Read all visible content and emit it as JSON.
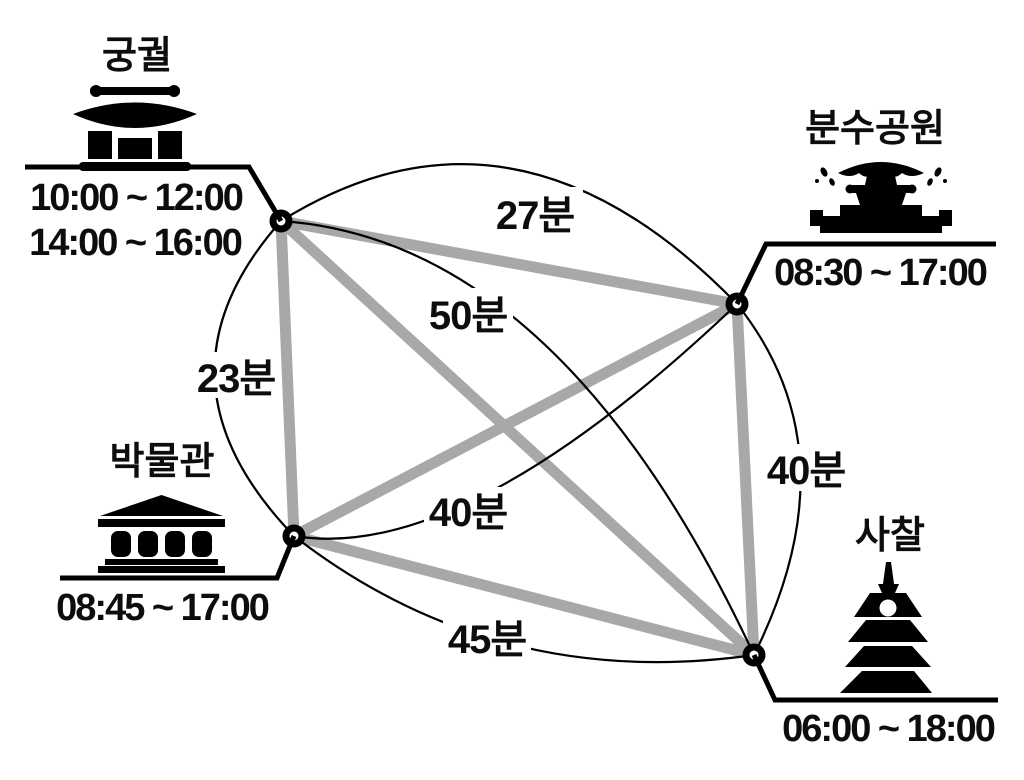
{
  "diagram": {
    "type": "graph",
    "description": "Complete graph of four attractions with opening hours and travel times",
    "colors": {
      "edge_gray": "#a8a8a8",
      "line_black": "#000000",
      "text": "#0d0d0d",
      "background": "#ffffff"
    },
    "nodes": [
      {
        "id": "palace",
        "label": "궁궐",
        "icon": "palace-icon",
        "hours": [
          "10:00 ~ 12:00",
          "14:00 ~ 16:00"
        ]
      },
      {
        "id": "fountain",
        "label": "분수공원",
        "icon": "fountain-icon",
        "hours": [
          "08:30 ~ 17:00"
        ]
      },
      {
        "id": "museum",
        "label": "박물관",
        "icon": "museum-icon",
        "hours": [
          "08:45 ~ 17:00"
        ]
      },
      {
        "id": "temple",
        "label": "사찰",
        "icon": "pagoda-icon",
        "hours": [
          "06:00 ~ 18:00"
        ]
      }
    ],
    "edges": [
      {
        "from": "궁궐",
        "to": "분수공원",
        "duration": "27분"
      },
      {
        "from": "궁궐",
        "to": "박물관",
        "duration": "23분"
      },
      {
        "from": "궁궐",
        "to": "사찰",
        "duration": "50분"
      },
      {
        "from": "박물관",
        "to": "분수공원",
        "duration": "40분"
      },
      {
        "from": "분수공원",
        "to": "사찰",
        "duration": "40분"
      },
      {
        "from": "박물관",
        "to": "사찰",
        "duration": "45분"
      }
    ]
  }
}
